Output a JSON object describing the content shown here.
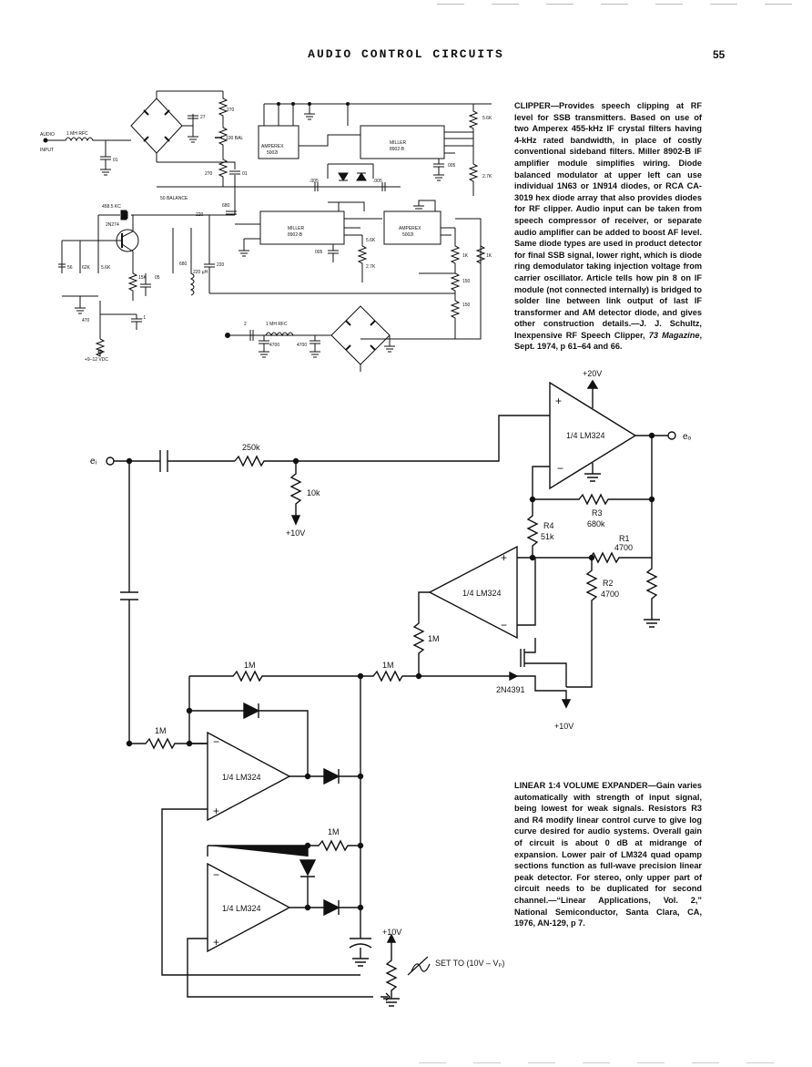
{
  "header": {
    "title": "AUDIO CONTROL CIRCUITS",
    "page_number": "55"
  },
  "clipper": {
    "caption_head": "CLIPPER",
    "caption_body": "—Provides speech clipping at RF level for SSB transmitters. Based on use of two Amperex 455-kHz IF crystal filters having 4-kHz rated bandwidth, in place of costly conventional sideband filters. Miller 8902-B IF amplifier module simplifies wiring. Diode balanced modulator at upper left can use individual 1N63 or 1N914 diodes, or RCA CA-3019 hex diode array that also provides diodes for RF clipper. Audio input can be taken from speech compressor of receiver, or separate audio amplifier can be added to boost AF level. Same diode types are used in product detector for final SSB signal, lower right, which is diode ring demodulator taking injection voltage from carrier oscillator. Article tells how pin 8 on IF module (not connected internally) is bridged to solder line between link output of last IF transformer and AM detector diode, and gives other construction details.—J. J. Schultz, Inexpensive RF Speech Clipper, ",
    "caption_journal": "73 Magazine",
    "caption_tail": ", Sept. 1974, p 61–64 and 66.",
    "labels": {
      "audio": "AUDIO",
      "input": "INPUT",
      "rfc1": "1 MH RFC",
      "c01a": "01",
      "r270a": "270",
      "c27": "27",
      "bal": "100 BAL",
      "r270b": "270",
      "c01b": "01",
      "bal50": "50 BALANCE",
      "xtal": "458.5 KC",
      "q1": "2N274",
      "r220": "220",
      "c680a": "680",
      "c680b": "680",
      "c220": "220",
      "uh": "220 µH",
      "c56": "56",
      "r62k": "62K",
      "r56k": "5.6K",
      "r15k": "15K",
      "c05": "05",
      "r470": "470",
      "c1": ".1",
      "supply": "+9–12 VDC",
      "amperex1": "AMPEREX",
      "amperex1_id": "5002I",
      "miller1": "MILLER",
      "miller1_id": "8902-B",
      "r56kb": "5.6K",
      "r27k": "2.7K",
      "c005a": "005",
      "c005b": ".005",
      "c005c": ".005",
      "miller2": "MILLER",
      "miller2_id": "8902-B",
      "amperex2": "AMPEREX",
      "amperex2_id": "5002I",
      "r56kc": "5.6K",
      "c005d": "005",
      "r27kb": "2.7K",
      "r1k": "1K",
      "r1kb": "1K",
      "r150": "150",
      "r150b": "150",
      "rfc2": "1 MH RFC",
      "n2": "2",
      "c4700a": "4700",
      "c4700b": "4700"
    }
  },
  "expander": {
    "caption_head": "LINEAR 1:4 VOLUME EXPANDER",
    "caption_body": "—Gain varies automatically with strength of input signal, being lowest for weak signals. Resistors R3 and R4 modify linear control curve to give log curve desired for audio systems. Overall gain of circuit is about 0 dB at midrange of expansion. Lower pair of LM324 quad opamp sections function as full-wave precision linear peak detector. For stereo, only upper part of circuit needs to be duplicated for second channel.—“Linear Applications, Vol. 2,” National Semiconductor, Santa Clara, CA, 1976, AN-129, p 7.",
    "labels": {
      "ei": "eᵢ",
      "eo": "eₒ",
      "v20": "+20V",
      "opamp": "1/4 LM324",
      "r250k": "250k",
      "r10k": "10k",
      "v10a": "+10V",
      "r3": "R3",
      "r3v": "680k",
      "r4": "R4",
      "r4v": "51k",
      "r1": "R1",
      "r1v": "4700",
      "r2": "R2",
      "r2v": "4700",
      "m1": "1M",
      "fet": "2N4391",
      "v10b": "+10V",
      "v10c": "+10V",
      "set": "SET TO (10V – Vₚ)"
    }
  }
}
